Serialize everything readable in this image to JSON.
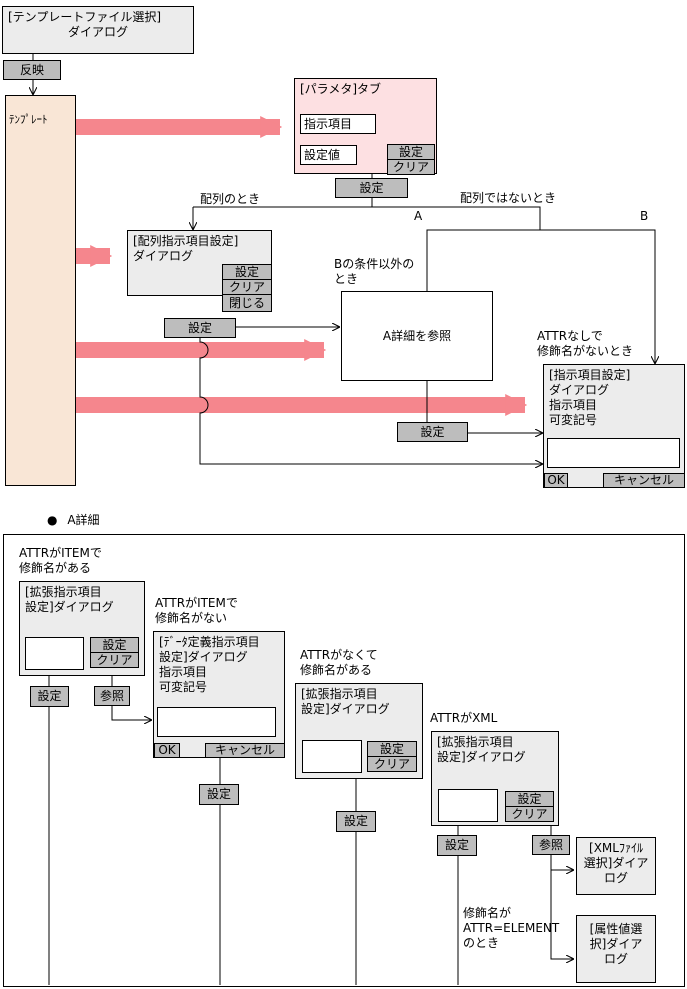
{
  "top": {
    "template_file_dialog": [
      "[テンプレートファイル選択]",
      "ダイアログ"
    ],
    "reflect_button": "反映",
    "template_panel": "ﾃﾝﾌﾟﾚｰﾄ",
    "param_tab": {
      "title": "[パラメタ]タブ",
      "item_field": "指示項目",
      "value_field": "設定値",
      "set_button": "設定",
      "clear_button": "クリア"
    },
    "set_button_1": "設定",
    "array_case": "配列のとき",
    "non_array_case": "配列ではないとき",
    "branch_a": "A",
    "branch_b": "B",
    "array_dialog": {
      "title": [
        "[配列指示項目設定]",
        "ダイアログ"
      ],
      "set_button": "設定",
      "clear_button": "クリア",
      "close_button": "閉じる"
    },
    "set_button_2": "設定",
    "b_condition_note": [
      "Bの条件以外の",
      "とき"
    ],
    "a_detail_box": "A詳細を参照",
    "set_button_3": "設定",
    "attr_none_note": [
      "ATTRなしで",
      "修飾名がないとき"
    ],
    "item_dialog": {
      "lines": [
        "[指示項目設定]",
        "ダイアログ",
        "指示項目",
        "可変記号"
      ],
      "ok_button": "OK",
      "cancel_button": "キャンセル"
    }
  },
  "detail": {
    "heading": "A詳細",
    "bullet": "●",
    "c1": {
      "note": [
        "ATTRがITEMで",
        "修飾名がある"
      ],
      "dialog": [
        "[拡張指示項目",
        "設定]ダイアログ"
      ],
      "set_button": "設定",
      "clear_button": "クリア",
      "below_set": "設定",
      "below_ref": "参照"
    },
    "c2": {
      "note": [
        "ATTRがITEMで",
        "修飾名がない"
      ],
      "dialog": [
        "[ﾃﾞｰﾀ定義指示項目",
        "設定]ダイアログ",
        "指示項目",
        "可変記号"
      ],
      "ok_button": "OK",
      "cancel_button": "キャンセル",
      "below_set": "設定"
    },
    "c3": {
      "note": [
        "ATTRがなくて",
        "修飾名がある"
      ],
      "dialog": [
        "[拡張指示項目",
        "設定]ダイアログ"
      ],
      "set_button": "設定",
      "clear_button": "クリア",
      "below_set": "設定"
    },
    "c4": {
      "note": "ATTRがXML",
      "dialog": [
        "[拡張指示項目",
        "設定]ダイアログ"
      ],
      "set_button": "設定",
      "clear_button": "クリア",
      "below_set": "設定",
      "below_ref": "参照",
      "xml_dialog": [
        "[XMLﾌｧｲﾙ",
        "選択]ダイア",
        "ログ"
      ],
      "element_note": [
        "修飾名が",
        "ATTR=ELEMENT",
        "のとき"
      ],
      "attr_dialog": [
        "[属性値選",
        "択]ダイア",
        "ログ"
      ]
    }
  },
  "colors": {
    "arrow": "#f5868d",
    "dialog_bg": "#ececec",
    "button_bg": "#bdbdbd",
    "tab_bg": "#fde0e2",
    "template_bg": "#f9e6d6"
  }
}
